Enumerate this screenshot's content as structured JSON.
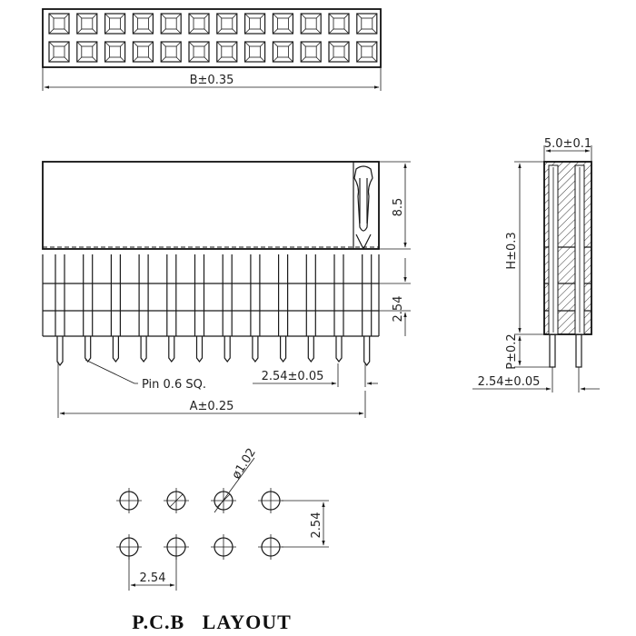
{
  "dimensions": {
    "b": "B±0.35",
    "height_upper": "8.5",
    "pitch_vertical": "2.54",
    "pin_label": "Pin 0.6 SQ.",
    "pitch_horizontal": "2.54±0.05",
    "a": "A±0.25",
    "width_side": "5.0±0.1",
    "h": "H±0.3",
    "p": "P±0.2",
    "pitch_side": "2.54±0.05"
  },
  "pcb": {
    "hole_diameter": "ø1.02",
    "pitch_vertical": "2.54",
    "pitch_horizontal": "2.54",
    "title": "P.C.B   LAYOUT"
  },
  "colors": {
    "line": "#1a1a1a",
    "background": "#ffffff"
  }
}
